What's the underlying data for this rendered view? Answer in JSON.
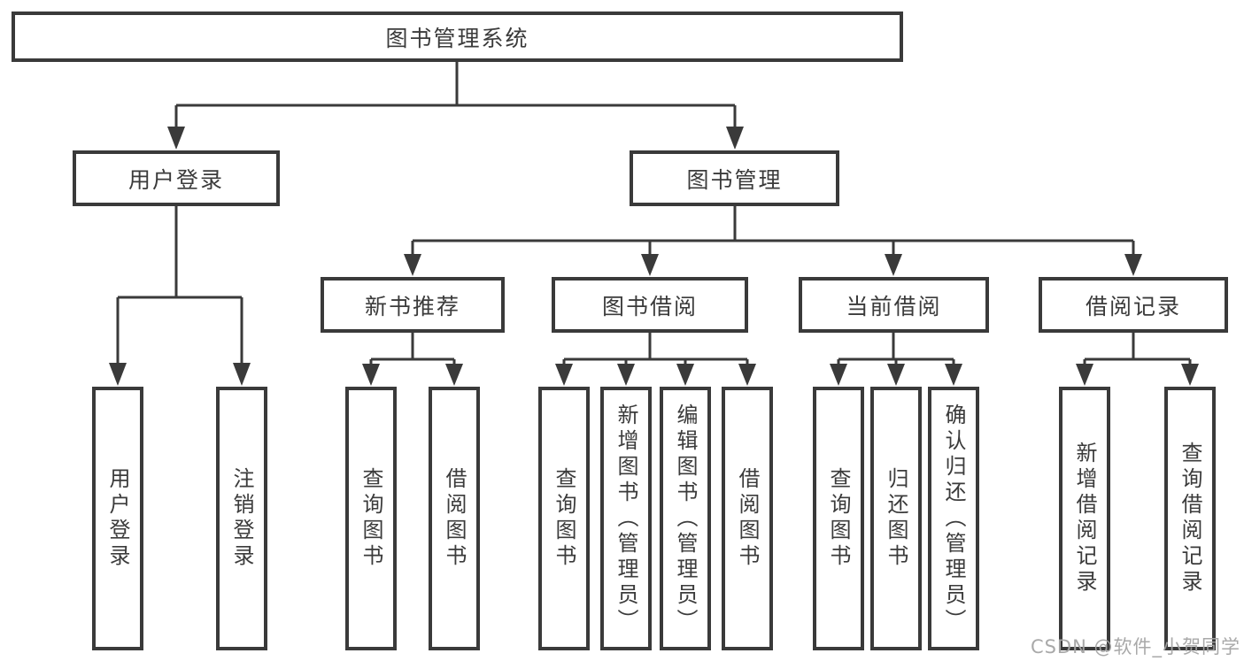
{
  "diagram": {
    "title": "图书管理系统",
    "root_label": "图书管理系统",
    "level2": [
      {
        "label": "用户登录"
      },
      {
        "label": "图书管理"
      }
    ],
    "level3": [
      {
        "label": "新书推荐",
        "parent": "图书管理"
      },
      {
        "label": "图书借阅",
        "parent": "图书管理"
      },
      {
        "label": "当前借阅",
        "parent": "图书管理"
      },
      {
        "label": "借阅记录",
        "parent": "图书管理"
      }
    ],
    "leaves": [
      {
        "label": "用户登录",
        "parent": "用户登录"
      },
      {
        "label": "注销登录",
        "parent": "用户登录"
      },
      {
        "label": "查询图书",
        "parent": "新书推荐"
      },
      {
        "label": "借阅图书",
        "parent": "新书推荐"
      },
      {
        "label": "查询图书",
        "parent": "图书借阅"
      },
      {
        "label": "新增图书（管理员）",
        "parent": "图书借阅"
      },
      {
        "label": "编辑图书（管理员）",
        "parent": "图书借阅"
      },
      {
        "label": "借阅图书",
        "parent": "图书借阅"
      },
      {
        "label": "查询图书",
        "parent": "当前借阅"
      },
      {
        "label": "归还图书",
        "parent": "当前借阅"
      },
      {
        "label": "确认归还（管理员）",
        "parent": "当前借阅"
      },
      {
        "label": "新增借阅记录",
        "parent": "借阅记录"
      },
      {
        "label": "查询借阅记录",
        "parent": "借阅记录"
      }
    ],
    "colors": {
      "line": "#3a3a3a",
      "text": "#3b3b3b",
      "background": "#ffffff",
      "watermark": "#a4a4a4"
    }
  },
  "watermark": {
    "text": "CSDN @软件_小贺同学"
  }
}
